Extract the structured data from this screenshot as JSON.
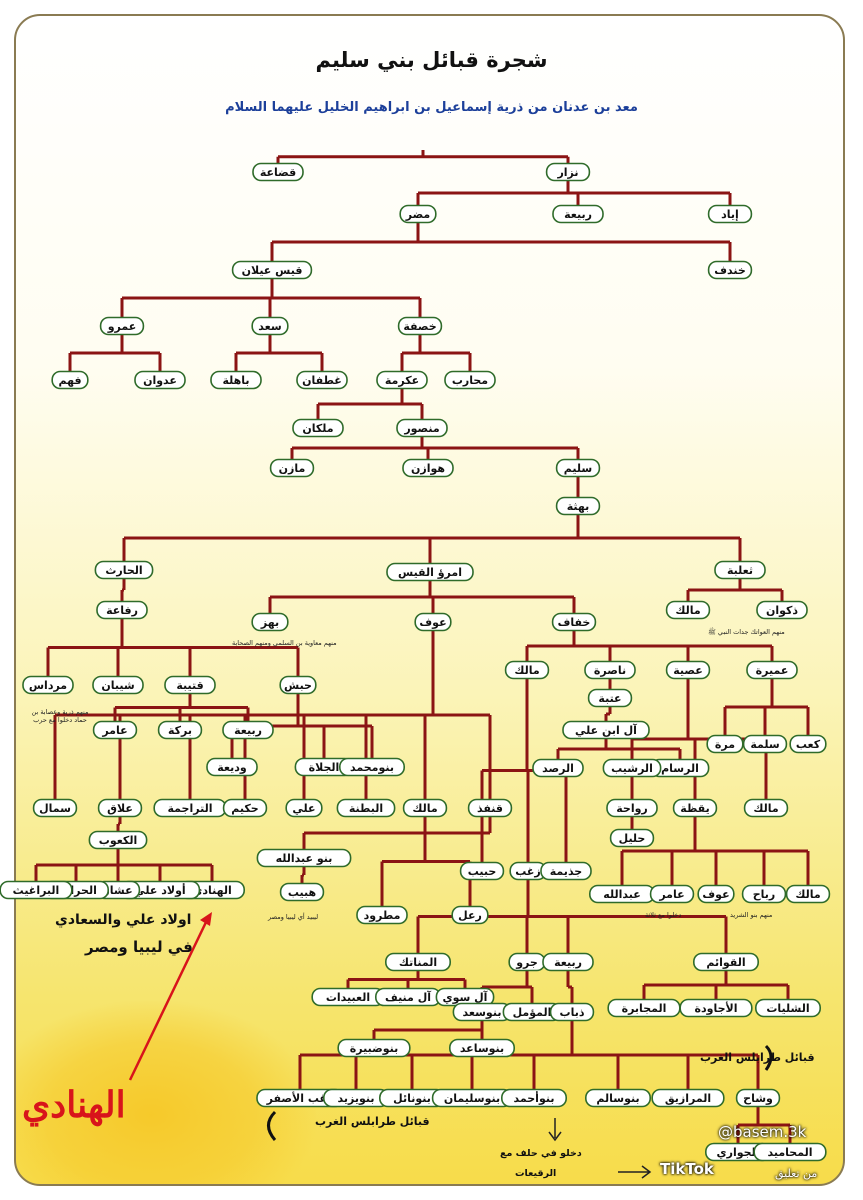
{
  "title": "شجرة قبائل بني سليم",
  "subtitle": "معد بن عدنان من ذرية إسماعيل بن ابراهيم الخليل عليهما السلام",
  "nodes": {
    "qudaa": "قضاعة",
    "nizar": "نزار",
    "iyad": "إياد",
    "rabia": "ربيعة",
    "mudar": "مضر",
    "khindif": "خندف",
    "qays_aylan": "قيس عيلان",
    "amr": "عمرو",
    "saad": "سعد",
    "khasafa": "خصفة",
    "fahm": "فهم",
    "adwan": "عدوان",
    "bahila": "باهلة",
    "ghatafan": "غطفان",
    "ikrima": "عكرمة",
    "muharib": "محارب",
    "malkan": "ملكان",
    "mansour": "منصور",
    "mazin": "مازن",
    "hawazin": "هوازن",
    "sulaym": "سليم",
    "buhtha": "بهثة",
    "harith": "الحارث",
    "imru_alqays": "امرؤ القيس",
    "thalaba": "ثعلبة",
    "rifaa": "رفاعة",
    "bahz": "بهز",
    "awf": "عوف",
    "khufaf": "خفاف",
    "malik_a": "مالك",
    "dhakwan": "ذكوان",
    "mirdas": "مرداس",
    "shayban": "شيبان",
    "qutayba": "قتيبة",
    "habash": "حبش",
    "malik_b": "مالك",
    "nasira": "ناصرة",
    "usayya": "عصية",
    "umayra": "عميرة",
    "amir_a": "عامر",
    "baraka": "بركة",
    "rabia2": "ربيعة",
    "utba": "عتبة",
    "wadia": "وديعة",
    "jalla": "الجلاة",
    "banu_muhammad": "بنومحمد",
    "al_ibn_ali": "آل ابن علي",
    "kab": "كعب",
    "salma": "سلمة",
    "murra": "مرة",
    "rasam": "الرسام",
    "rashib": "الرشيب",
    "rasad": "الرصد",
    "simal": "سمال",
    "allaq": "علاق",
    "tarajima": "التراجمة",
    "hakim": "حكيم",
    "ali": "علي",
    "batna": "البطنة",
    "malik_c": "مالك",
    "qunfudh": "قنفذ",
    "rawaha": "رواحة",
    "yaqaza": "يقظة",
    "malik_d": "مالك",
    "halil": "حليل",
    "kaub": "الكعوب",
    "banu_abdullah": "بنو عبدالله",
    "habib": "حبيب",
    "zughb": "زغب",
    "judhayma": "جذيمة",
    "henadi": "الهنادي",
    "awlad_ali": "أولاد علي",
    "ashar": "عشار",
    "harabi": "الحرابي",
    "barghith": "البراغيث",
    "hubayb": "هبيب",
    "matrud": "مطرود",
    "raal": "رعل",
    "abdullah": "عبدالله",
    "amir_b": "عامر",
    "awf2": "عوف",
    "riyah": "رباح",
    "malik_e": "مالك",
    "manatik": "المناتك",
    "jaru": "جرو",
    "rabia3": "ربيعة",
    "qawaim": "القوائم",
    "ubaydat": "العبيدات",
    "al_munif": "آل منيف",
    "al_sawi": "آل سوي",
    "banu_saad": "بنوسعد",
    "muammal": "المؤمل",
    "dhubab": "ذباب",
    "majabra": "المجابرة",
    "ajawida": "الأجاودة",
    "shaliyat": "الشليات",
    "banu_dhira": "بنوضبيرة",
    "banu_saad2": "بنوساعد",
    "zughb_asfar": "زغب الأصفر",
    "banu_yazid": "بنويزيد",
    "banu_nail": "بنونائل",
    "banu_sulayman": "بنوسليمان",
    "banu_ahmad": "بنوأحمد",
    "banu_salim": "بنوسالم",
    "marazeeq": "المرازيق",
    "wishah": "وشاح",
    "awashir": "الجواري",
    "mahamid": "المحاميد"
  },
  "notes": {
    "bahz": "منهم معاوية بن السلمي ومنهم الصحابة",
    "dhakwan": "منهم العواتك جدات النبي ﷺ",
    "mirdas": "منهم ذرية وعصابة بن حماد دخلوا مع حرب",
    "hubayb": "ليبيد أي ليبيا ومصر",
    "amir_b": "دخلوا مع ثلاثة",
    "riyah": "منهم بنو الشريد"
  },
  "labels": {
    "henadi_big": "الهنادي",
    "desc_line1": "اولاد علي والسعادي",
    "desc_line2": "في ليبيا ومصر",
    "gharb_top": "قبائل طرابلس الغرب",
    "gharb_bottom": "قبائل طرابلس الغرب",
    "enter_line1": "دخلو في حلف مع",
    "enter_line2": "الرقيعات",
    "watermark": "@basem.3k",
    "tiktok": "TikTok",
    "tiktok_sub": "من تعليق"
  },
  "colors": {
    "line": "#8b1414",
    "node_border": "#2f6b2a",
    "subtitle": "#1c3f9a",
    "accent": "#d8141b"
  }
}
